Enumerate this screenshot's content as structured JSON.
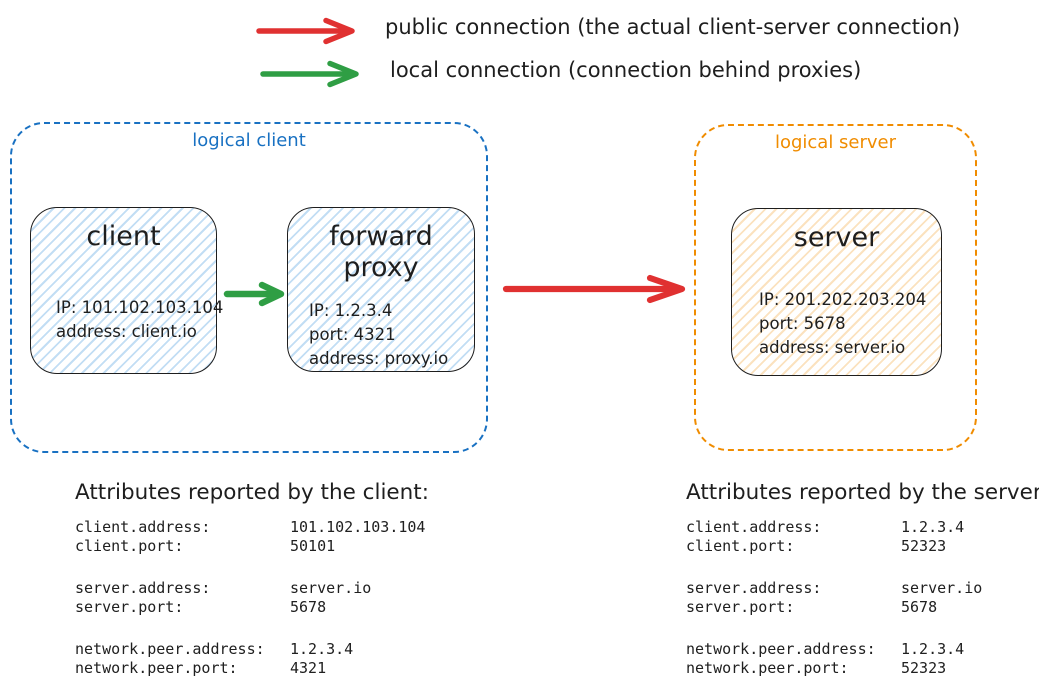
{
  "colors": {
    "blue": "#1971c2",
    "orange": "#f08c00",
    "red": "#e03131",
    "green": "#2f9e44",
    "ink": "#1e1e1e"
  },
  "legend": {
    "items": [
      {
        "name": "public-connection",
        "color": "#e03131",
        "label": "public connection (the actual client-server connection)"
      },
      {
        "name": "local-connection",
        "color": "#2f9e44",
        "label": "local connection (connection behind proxies)"
      }
    ]
  },
  "diagram": {
    "logical_client": {
      "label": "logical client",
      "color": "#1971c2",
      "nodes": [
        {
          "title": "client",
          "lines": [
            "IP: 101.102.103.104",
            "address: client.io"
          ]
        },
        {
          "title": "forward proxy",
          "lines": [
            "IP: 1.2.3.4",
            "port: 4321",
            "address: proxy.io"
          ]
        }
      ]
    },
    "logical_server": {
      "label": "logical server",
      "color": "#f08c00",
      "nodes": [
        {
          "title": "server",
          "lines": [
            "IP: 201.202.203.204",
            "port: 5678",
            "address: server.io"
          ]
        }
      ]
    }
  },
  "attributes": {
    "client": {
      "heading": "Attributes reported by the client:",
      "groups": [
        [
          {
            "key": "client.address:",
            "value": "101.102.103.104"
          },
          {
            "key": "client.port:",
            "value": "50101"
          }
        ],
        [
          {
            "key": "server.address:",
            "value": "server.io"
          },
          {
            "key": "server.port:",
            "value": "5678"
          }
        ],
        [
          {
            "key": "network.peer.address:",
            "value": "1.2.3.4"
          },
          {
            "key": "network.peer.port:",
            "value": "4321"
          }
        ]
      ]
    },
    "server": {
      "heading": "Attributes reported by the server:",
      "groups": [
        [
          {
            "key": "client.address:",
            "value": "1.2.3.4"
          },
          {
            "key": "client.port:",
            "value": "52323"
          }
        ],
        [
          {
            "key": "server.address:",
            "value": "server.io"
          },
          {
            "key": "server.port:",
            "value": "5678"
          }
        ],
        [
          {
            "key": "network.peer.address:",
            "value": "1.2.3.4"
          },
          {
            "key": "network.peer.port:",
            "value": "52323"
          }
        ]
      ]
    }
  }
}
